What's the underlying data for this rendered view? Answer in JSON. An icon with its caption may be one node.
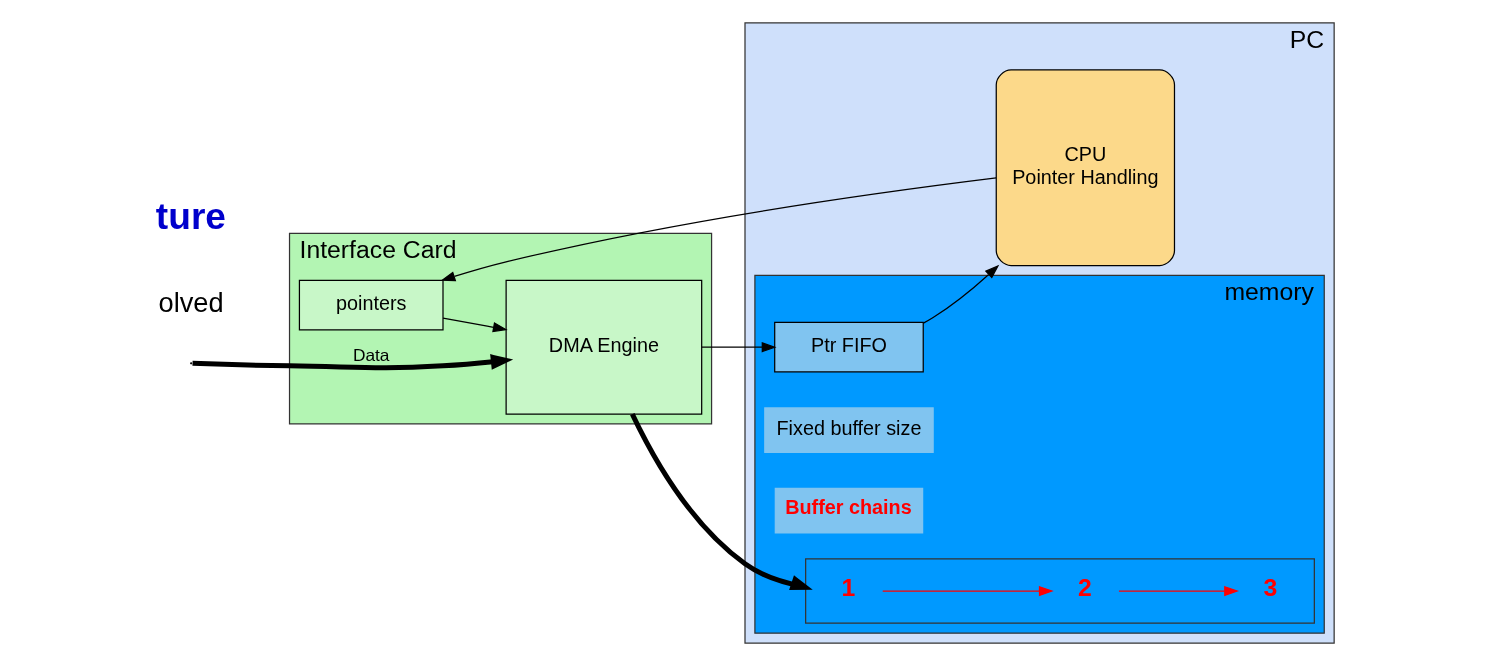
{
  "diagram": {
    "nodes": [
      {
        "text": [
          "Interface Card"
        ]
      },
      {
        "text": [
          "pointers"
        ],
        "in": 0
      },
      {
        "text": [
          "DMA Engine"
        ],
        "in": 0
      },
      {
        "text": [
          "PC"
        ]
      },
      {
        "text": [
          "memory"
        ],
        "in": 3
      },
      {
        "text": [
          "Fixed buffer size"
        ],
        "in": 4
      },
      {
        "text": [],
        "shape": "box",
        "in": 4
      },
      {
        "text": [
          "1"
        ],
        "in": 6
      },
      {
        "text": [
          "2"
        ],
        "in": 6
      },
      {
        "text": [
          "3"
        ],
        "in": 6
      },
      {
        "text": [
          "Buffer chains"
        ],
        "in": 4
      },
      {
        "text": [
          "Ptr FIFO"
        ],
        "in": 4
      },
      {
        "text": [
          "CPU",
          "Pointer Handling"
        ],
        "in": 3
      }
    ],
    "edges": [
      {
        "from": 12,
        "to": 1,
        "arrow": "to"
      },
      {
        "from": 1,
        "to": 2,
        "arrow": "to"
      },
      {
        "from": 2,
        "to": 6,
        "arrow": "to",
        "style": "thick"
      },
      {
        "from": 2,
        "to": 11,
        "arrow": "to"
      },
      {
        "from": 11,
        "to": 12,
        "arrow": "to"
      },
      {
        "from": 7,
        "to": 8,
        "arrow": "to",
        "color": "#ff0000"
      },
      {
        "from": 8,
        "to": 9,
        "arrow": "to",
        "color": "#ff0000"
      },
      {
        "from": null,
        "to": 2,
        "arrow": "to",
        "label": "Data",
        "style": "thick"
      }
    ],
    "labels": [
      "olved",
      "ture"
    ]
  }
}
